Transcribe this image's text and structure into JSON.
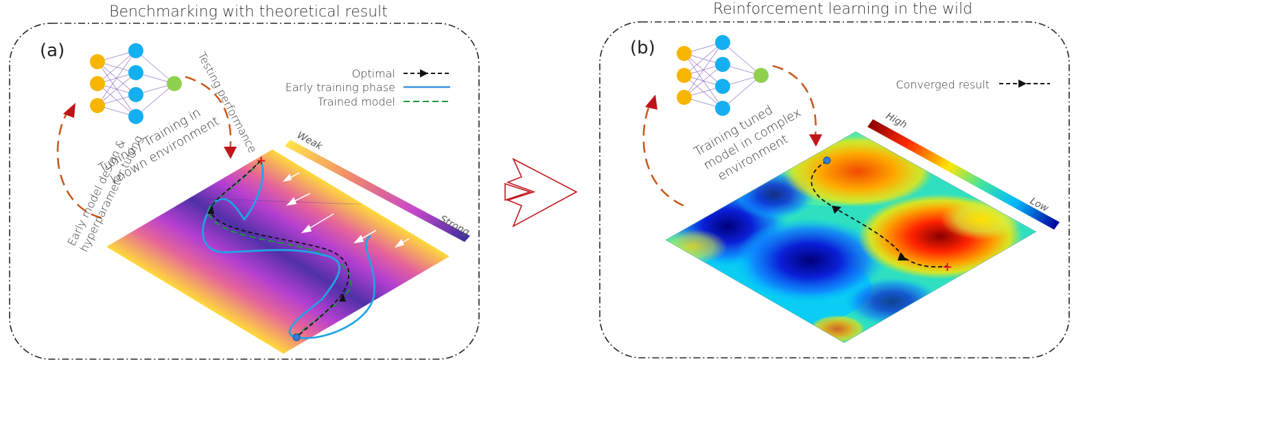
{
  "panel_a": {
    "title": "Benchmarking with theoretical result",
    "label": "(a)",
    "left_loop_text": [
      "Early model design &",
      "hyperparameter tuning"
    ],
    "right_loop_text": "Testing performance",
    "center_text": [
      "Tuning / Training in",
      "known environment"
    ],
    "legend": [
      {
        "label": "Optimal",
        "color": "#111111",
        "style": "dashed-arrow"
      },
      {
        "label": "Early training phase",
        "color": "#3a8fdf",
        "style": "solid"
      },
      {
        "label": "Trained model",
        "color": "#1a9a3a",
        "style": "dashed"
      }
    ],
    "colorbar": {
      "top": "Weak",
      "bottom": "Strong"
    }
  },
  "panel_b": {
    "title": "Reinforcement learning in the wild",
    "label": "(b)",
    "center_text": [
      "Training tuned",
      "model in complex",
      "environment"
    ],
    "legend": [
      {
        "label": "Converged result",
        "color": "#111111",
        "style": "dashed-arrow"
      }
    ],
    "colorbar": {
      "top": "High",
      "bottom": "Low"
    }
  },
  "colors": {
    "accent_red": "#c0141b",
    "loop_orange": "#c8581c",
    "node_input": "#f7b500",
    "node_hidden": "#13aff0",
    "node_output": "#8fd14f"
  }
}
